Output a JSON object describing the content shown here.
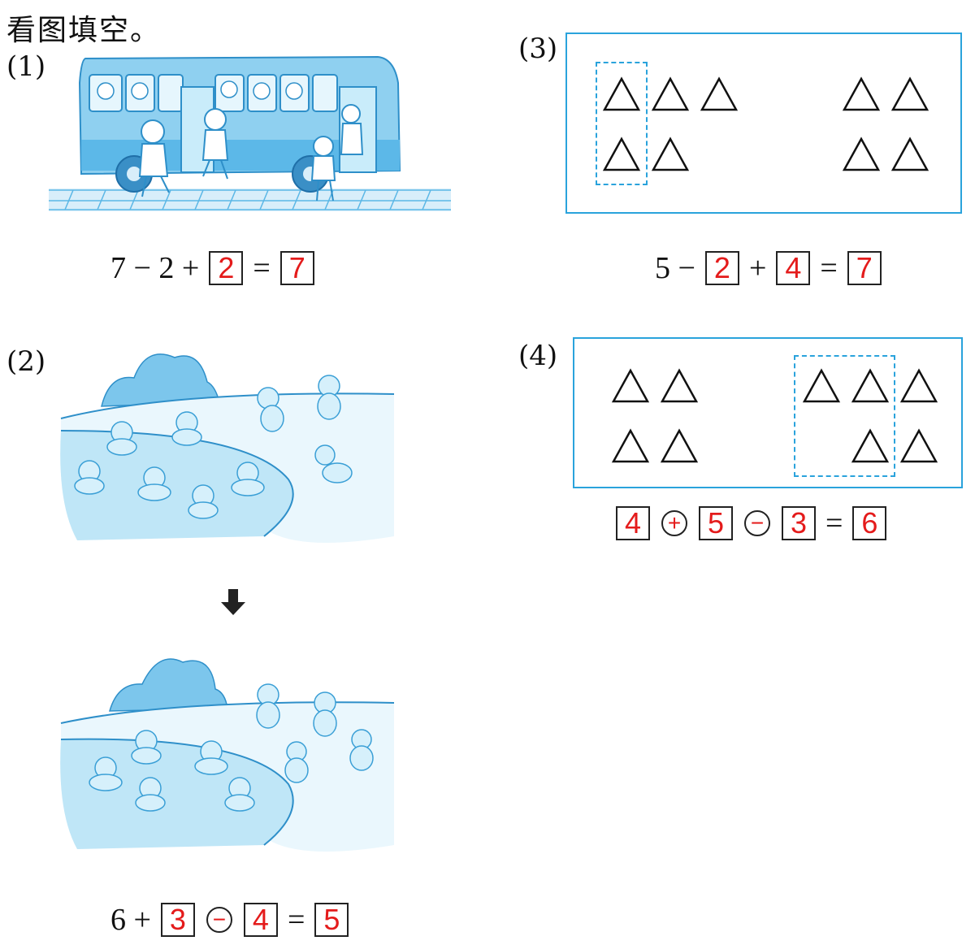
{
  "title": "看图填空。",
  "questions": {
    "q1": {
      "label": "(1)",
      "prefix": "7 − 2 +",
      "blank1": "2",
      "equals": "=",
      "answer": "7"
    },
    "q2": {
      "label": "(2)",
      "prefix": "6 +",
      "blank1": "3",
      "op": "−",
      "blank2": "4",
      "equals": "=",
      "answer": "5"
    },
    "q3": {
      "label": "(3)",
      "prefix": "5 −",
      "blank1": "2",
      "plus": "+",
      "blank2": "4",
      "equals": "=",
      "answer": "7",
      "triangles_left_top": 3,
      "triangles_left_bottom": 2,
      "triangles_right_top": 2,
      "triangles_right_bottom": 2
    },
    "q4": {
      "label": "(4)",
      "blank1": "4",
      "op1": "+",
      "blank2": "5",
      "op2": "−",
      "blank3": "3",
      "equals": "=",
      "answer": "6",
      "triangles_left_top": 2,
      "triangles_left_bottom": 2,
      "triangles_right_top": 3,
      "triangles_right_bottom": 2
    }
  },
  "colors": {
    "answer": "#e41b1b",
    "panel_border": "#2aa3dc",
    "illustration": "#4fb4e6"
  }
}
